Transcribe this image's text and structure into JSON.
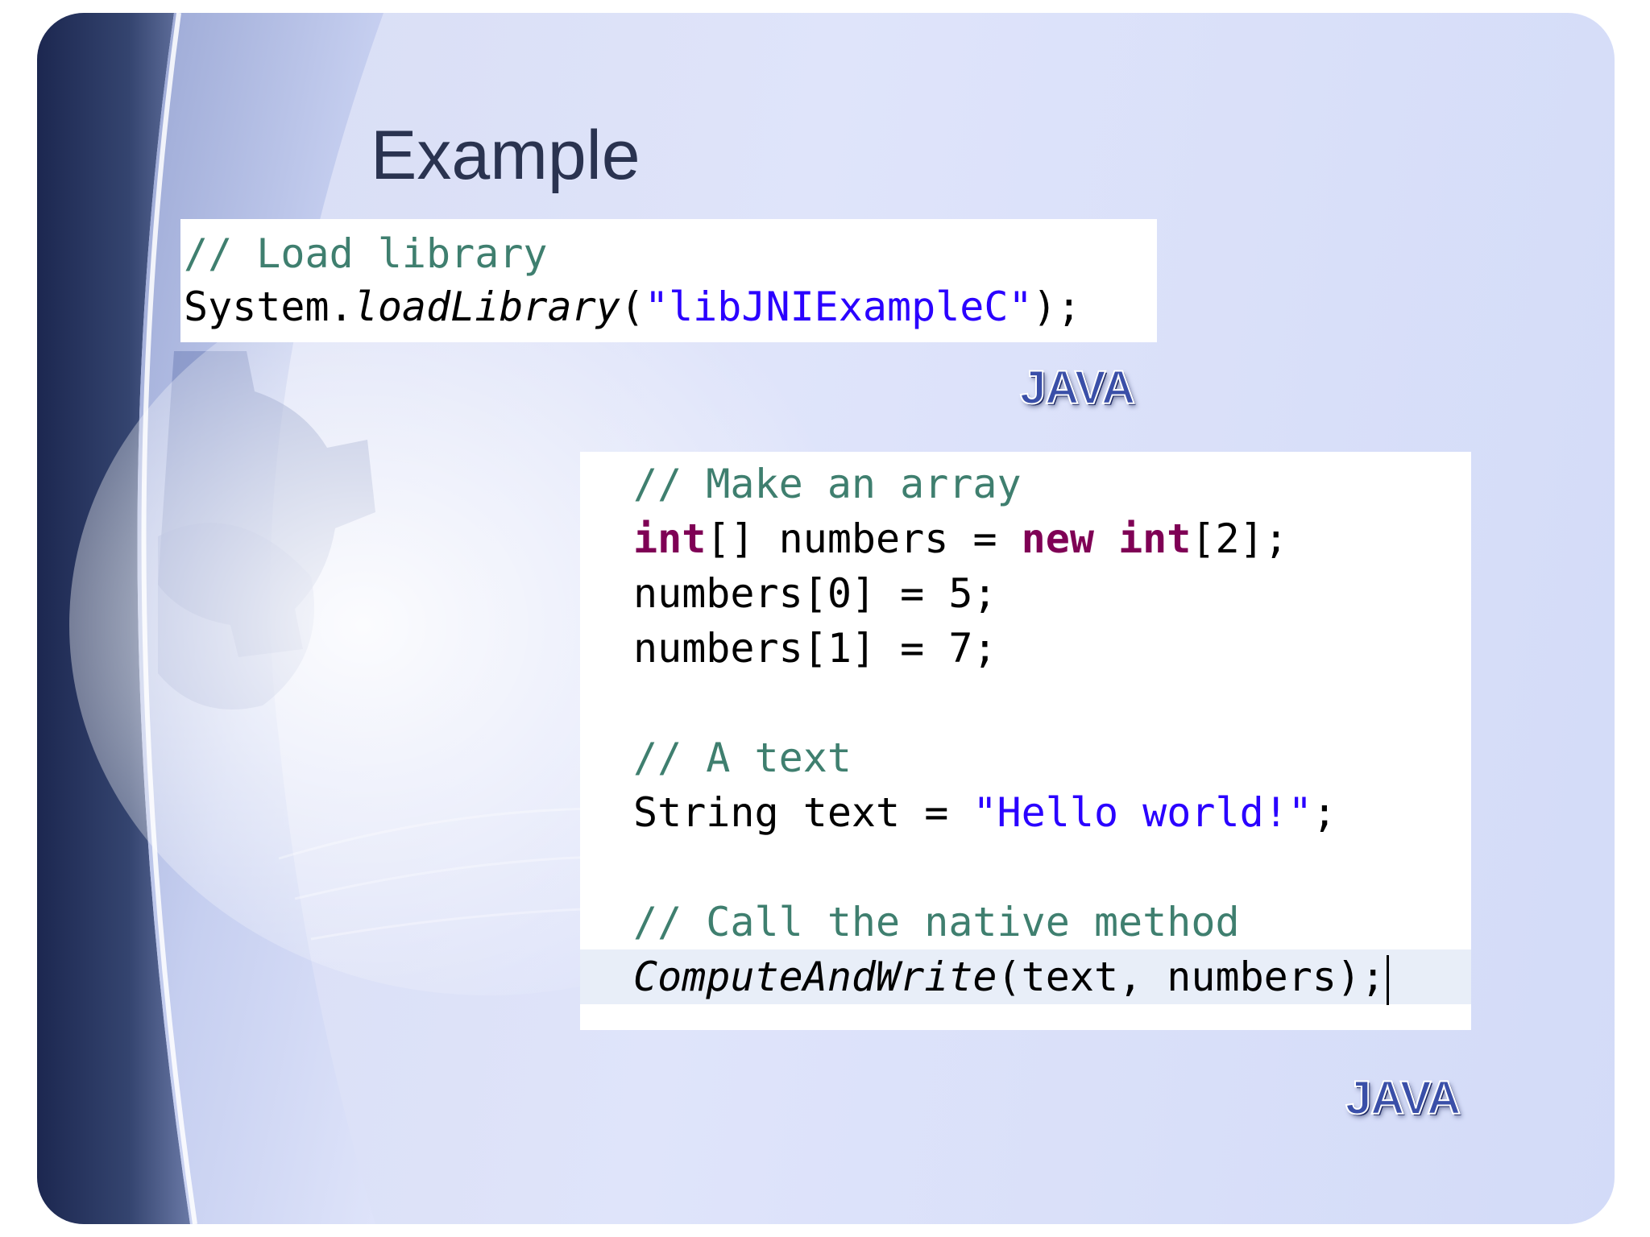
{
  "slide": {
    "title": "Example"
  },
  "code_block_1": {
    "lines": [
      [
        {
          "t": "// Load library",
          "c": "cmt"
        }
      ],
      [
        {
          "t": "System.",
          "c": "plain"
        },
        {
          "t": "loadLibrary",
          "c": "fn"
        },
        {
          "t": "(",
          "c": "plain"
        },
        {
          "t": "\"libJNIExampleC\"",
          "c": "str"
        },
        {
          "t": ");",
          "c": "plain"
        }
      ]
    ]
  },
  "code_block_2": {
    "lines": [
      [
        {
          "t": "// Make an array",
          "c": "cmt"
        }
      ],
      [
        {
          "t": "int",
          "c": "kw"
        },
        {
          "t": "[] numbers = ",
          "c": "plain"
        },
        {
          "t": "new",
          "c": "kw"
        },
        {
          "t": " ",
          "c": "plain"
        },
        {
          "t": "int",
          "c": "kw"
        },
        {
          "t": "[2];",
          "c": "plain"
        }
      ],
      [
        {
          "t": "numbers[0] = 5;",
          "c": "plain"
        }
      ],
      [
        {
          "t": "numbers[1] = 7;",
          "c": "plain"
        }
      ],
      [],
      [
        {
          "t": "// A text",
          "c": "cmt"
        }
      ],
      [
        {
          "t": "String text = ",
          "c": "plain"
        },
        {
          "t": "\"Hello world!\"",
          "c": "str"
        },
        {
          "t": ";",
          "c": "plain"
        }
      ],
      [],
      [
        {
          "t": "// Call the native method",
          "c": "cmt"
        }
      ],
      [
        {
          "t": "ComputeAndWrite",
          "c": "fn"
        },
        {
          "t": "(text, numbers);",
          "c": "plain"
        }
      ]
    ],
    "highlighted_line": 9
  },
  "logos": {
    "java_1": "JAVA",
    "java_2": "JAVA"
  },
  "colors": {
    "comment": "#3f7f6f",
    "keyword": "#7f0055",
    "string": "#2a00ff",
    "title": "#2a3350"
  }
}
